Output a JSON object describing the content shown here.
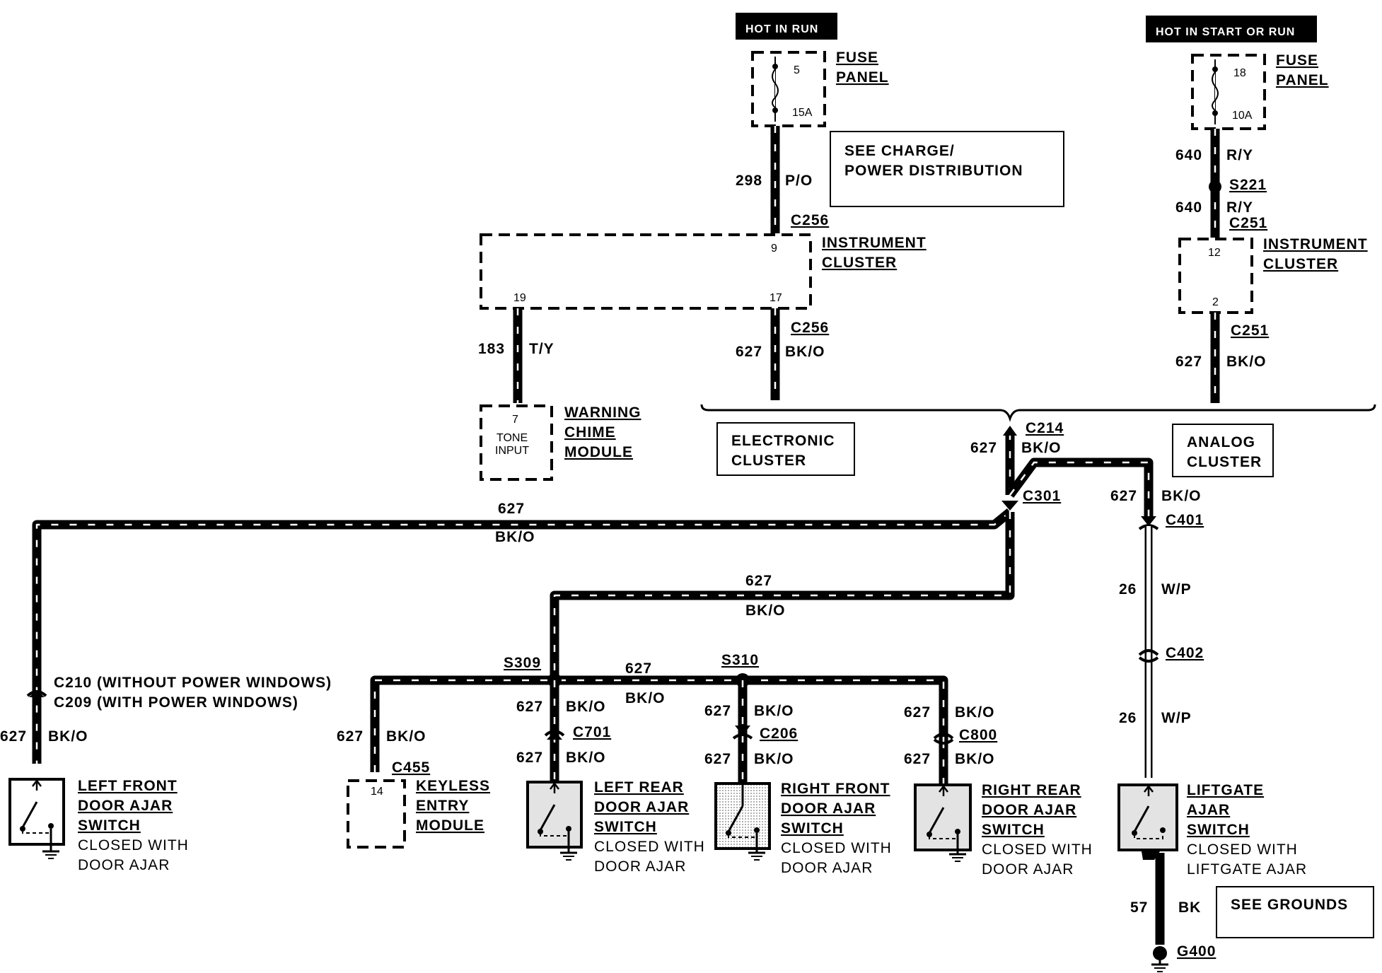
{
  "header": {
    "hot_in_run": "HOT IN RUN",
    "hot_in_start_or_run": "HOT IN START OR RUN"
  },
  "fuse_panel_left": {
    "label_line1": "FUSE",
    "label_line2": "PANEL",
    "fuse_number": "5",
    "rating": "15A"
  },
  "fuse_panel_right": {
    "label_line1": "FUSE",
    "label_line2": "PANEL",
    "fuse_number": "18",
    "rating": "10A"
  },
  "see_charge": {
    "line1": "SEE CHARGE/",
    "line2": "POWER DISTRIBUTION"
  },
  "instrument_cluster_left": {
    "line1": "INSTRUMENT",
    "line2": "CLUSTER",
    "pin_top": "9",
    "pin_bl": "19",
    "pin_br": "17"
  },
  "instrument_cluster_right": {
    "line1": "INSTRUMENT",
    "line2": "CLUSTER",
    "pin_top": "12",
    "pin_bottom": "2"
  },
  "warning_chime": {
    "line1": "WARNING",
    "line2": "CHIME",
    "line3": "MODULE",
    "pin": "7",
    "input_line1": "TONE",
    "input_line2": "INPUT"
  },
  "electronic_cluster": {
    "line1": "ELECTRONIC",
    "line2": "CLUSTER"
  },
  "analog_cluster": {
    "line1": "ANALOG",
    "line2": "CLUSTER"
  },
  "connectors": {
    "c256_top": "C256",
    "c256_bottom": "C256",
    "c251_top": "C251",
    "c251_bottom": "C251",
    "s221": "S221",
    "c214": "C214",
    "c301": "C301",
    "c401": "C401",
    "c402": "C402",
    "s309": "S309",
    "s310": "S310",
    "c210": "C210 (WITHOUT POWER WINDOWS)",
    "c209": "C209 (WITH POWER WINDOWS)",
    "c455": "C455",
    "c701": "C701",
    "c206": "C206",
    "c800": "C800",
    "g400": "G400"
  },
  "wires": {
    "w298": "298",
    "po": "P/O",
    "w640a": "640",
    "ry_a": "R/Y",
    "w640b": "640",
    "ry_b": "R/Y",
    "w183": "183",
    "ty": "T/Y",
    "w627_cl": "627",
    "bko_cl": "BK/O",
    "w627_ac": "627",
    "bko_ac": "BK/O",
    "w627_c214": "627",
    "bko_c214": "BK/O",
    "w627_c401": "627",
    "bko_c401": "BK/O",
    "w627_long": "627",
    "bko_long": "BK/O",
    "w627_mid": "627",
    "bko_mid": "BK/O",
    "w627_bus": "627",
    "bko_bus": "BK/O",
    "w26a": "26",
    "wp_a": "W/P",
    "w26b": "26",
    "wp_b": "W/P",
    "w627_lf": "627",
    "bko_lf": "BK/O",
    "w627_ke": "627",
    "bko_ke": "BK/O",
    "w627_lr1": "627",
    "bko_lr1": "BK/O",
    "w627_lr2": "627",
    "bko_lr2": "BK/O",
    "w627_rf1": "627",
    "bko_rf1": "BK/O",
    "w627_rf2": "627",
    "bko_rf2": "BK/O",
    "w627_rr1": "627",
    "bko_rr1": "BK/O",
    "w627_rr2": "627",
    "bko_rr2": "BK/O",
    "w57": "57",
    "bk": "BK"
  },
  "switches": {
    "left_front": [
      "LEFT FRONT",
      "DOOR AJAR",
      "SWITCH",
      "CLOSED WITH",
      "DOOR AJAR"
    ],
    "left_rear": [
      "LEFT REAR",
      "DOOR AJAR",
      "SWITCH",
      "CLOSED WITH",
      "DOOR AJAR"
    ],
    "right_front": [
      "RIGHT FRONT",
      "DOOR AJAR",
      "SWITCH",
      "CLOSED WITH",
      "DOOR AJAR"
    ],
    "right_rear": [
      "RIGHT REAR",
      "DOOR AJAR",
      "SWITCH",
      "CLOSED WITH",
      "DOOR AJAR"
    ],
    "liftgate": [
      "LIFTGATE",
      "AJAR",
      "SWITCH",
      "CLOSED WITH",
      "LIFTGATE AJAR"
    ]
  },
  "keyless": {
    "line1": "KEYLESS",
    "line2": "ENTRY",
    "line3": "MODULE",
    "pin": "14"
  },
  "see_grounds": "SEE GROUNDS"
}
